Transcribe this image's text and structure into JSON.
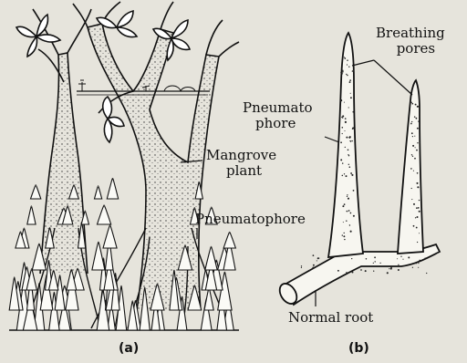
{
  "panel_a": {
    "caption": "(a)",
    "labels": {
      "mangrove_line1": "Mangrove",
      "mangrove_line2": "plant",
      "pneumatophore": "Pneumatophore"
    }
  },
  "panel_b": {
    "caption": "(b)",
    "labels": {
      "breathing_line1": "Breathing",
      "breathing_line2": "pores",
      "pneumato_line1": "Pneumato",
      "pneumato_line2": "phore",
      "normal_root": "Normal root"
    }
  }
}
